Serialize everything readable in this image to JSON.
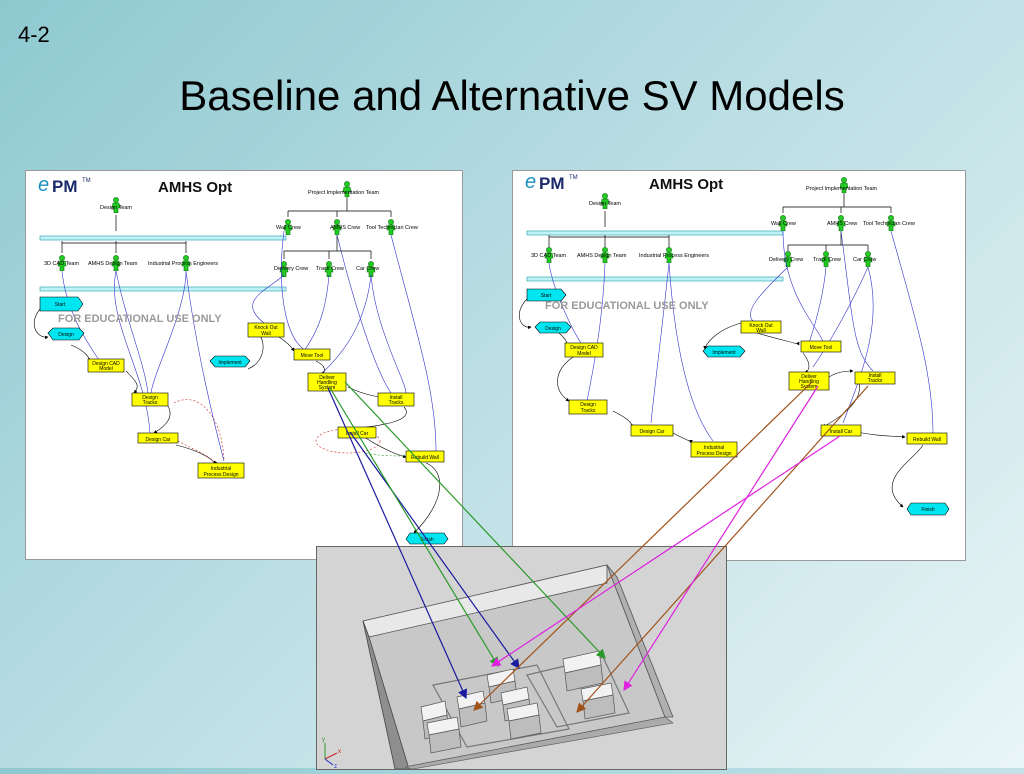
{
  "slide": {
    "number": "4-2",
    "title": "Baseline and Alternative SV Models"
  },
  "colors": {
    "task_fill": "#ffff00",
    "milestone_fill": "#00e6f0",
    "person_fill": "#22cc22",
    "link_blue": "#3333cc",
    "arrow_navy": "#1a1aa0",
    "arrow_green": "#2a9a2a",
    "arrow_brown": "#a0521a",
    "arrow_magenta": "#e020e0"
  },
  "left_model": {
    "logo_e": "e",
    "logo_pm": "PM",
    "logo_tm": "TM",
    "title": "AMHS Opt",
    "watermark": "FOR EDUCATIONAL USE ONLY",
    "org": {
      "design_team": "Design Team",
      "project_team": "Project Implementation Team",
      "wall_crew": "Wall Crew",
      "amhs_crew": "AMHS Crew",
      "tool_crew": "Tool Technician Crew",
      "cad_team": "3D CAD Team",
      "amhs_design_team": "AMHS Design Team",
      "process_engineers": "Industrial Process Engineers",
      "delivery_crew": "Delivery Crew",
      "track_crew": "Track Crew",
      "car_crew": "Car Crew"
    },
    "tasks": {
      "start": "Start",
      "design": "Design",
      "design_cad_1": "Design CAD",
      "design_cad_2": "Model",
      "design_tracks_1": "Design",
      "design_tracks_2": "Tracks",
      "design_car": "Design Car",
      "implement": "Implement",
      "industrial_pd_1": "Industrial",
      "industrial_pd_2": "Process Design",
      "knock_out_1": "Knock Out",
      "knock_out_2": "Wall",
      "move_tool": "Move Tool",
      "deliver_1": "Deliver",
      "deliver_2": "Handling",
      "deliver_3": "System",
      "install_tracks_1": "Install",
      "install_tracks_2": "Tracks",
      "install_car": "Install Car",
      "rebuild_wall": "Rebuild Wall",
      "finish": "Finish"
    }
  },
  "right_model": {
    "logo_e": "e",
    "logo_pm": "PM",
    "logo_tm": "TM",
    "title": "AMHS Opt",
    "watermark": "FOR EDUCATIONAL USE ONLY",
    "org": {
      "design_team": "Design Team",
      "project_team": "Project Implementation Team",
      "wall_crew": "Wall Crew",
      "amhs_crew": "AMHS Crew",
      "tool_crew": "Tool Technician Crew",
      "cad_team": "3D CAD Team",
      "amhs_design_team": "AMHS Design Team",
      "process_engineers": "Industrial Process Engineers",
      "delivery_crew": "Delivery Crew",
      "track_crew": "Track Crew",
      "car_crew": "Car Crew"
    },
    "tasks": {
      "start": "Start",
      "design": "Design",
      "design_cad_1": "Design CAD",
      "design_cad_2": "Model",
      "design_tracks_1": "Design",
      "design_tracks_2": "Tracks",
      "design_car": "Design Car",
      "implement": "Implement",
      "industrial_pd_1": "Industrial",
      "industrial_pd_2": "Process Design",
      "knock_out_1": "Knock Out",
      "knock_out_2": "Wall",
      "move_tool": "Move Tool",
      "deliver_1": "Deliver",
      "deliver_2": "Handling",
      "deliver_3": "System",
      "install_tracks_1": "Install",
      "install_tracks_2": "Tracks",
      "install_car": "Install Car",
      "rebuild_wall": "Rebuild Wall",
      "finish": "Finish"
    }
  },
  "axis_widget": {
    "x": "x",
    "y": "y",
    "z": "z"
  }
}
